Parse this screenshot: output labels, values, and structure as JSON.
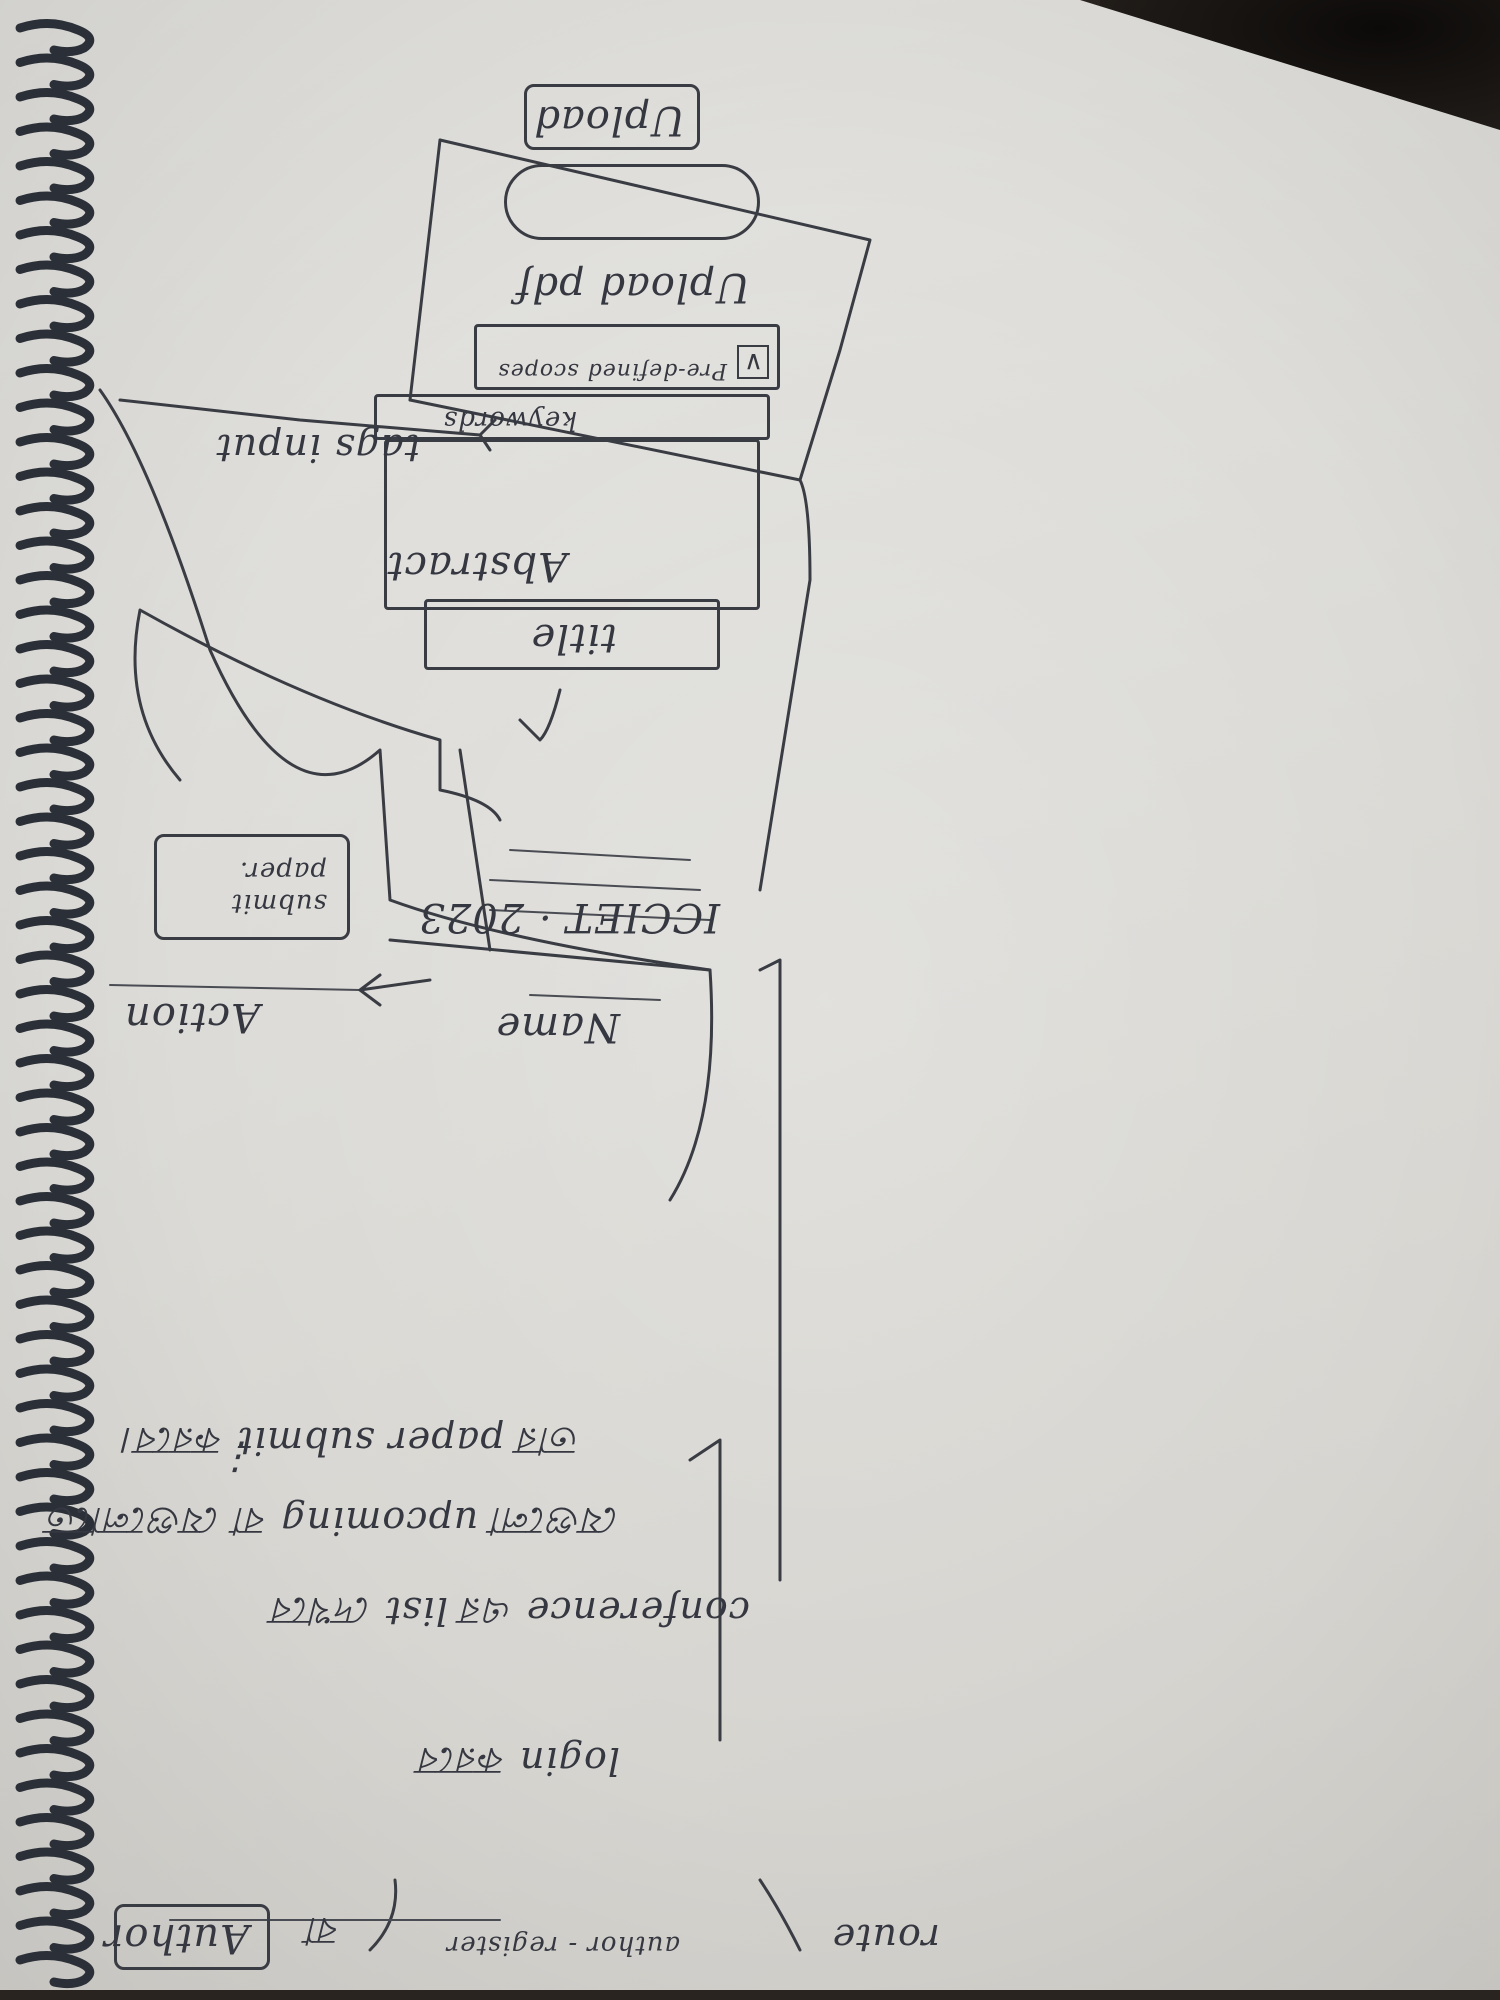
{
  "notes": {
    "author_label": "Author",
    "or_word": "বা",
    "register_label": "author - register",
    "route_word": "route",
    "login_line": "login করবে",
    "conference_line": "conference এর list দেখবে",
    "upcoming_line": "যেগুলো upcoming বা যেগুলোতে",
    "submit_line": "তার paper submit করবে।",
    "ellipsis": "⋮"
  },
  "conference_table": {
    "name_header": "Name",
    "action_header": "Action",
    "row_name": "ICCIET · 2023",
    "submit_button": "submit paper."
  },
  "submit_form": {
    "title_field": "title",
    "abstract_field": "Abstract",
    "keywords_field": "keywords",
    "scope_dropdown": "Pre-defined scopes",
    "dropdown_arrow": "∨",
    "upload_label": "Upload pdf",
    "upload_button": "Upload",
    "tags_note": "tags input"
  },
  "colors": {
    "paper": "#dcdbd7",
    "ink": "#3a3c44",
    "spiral": "#2b3038"
  }
}
